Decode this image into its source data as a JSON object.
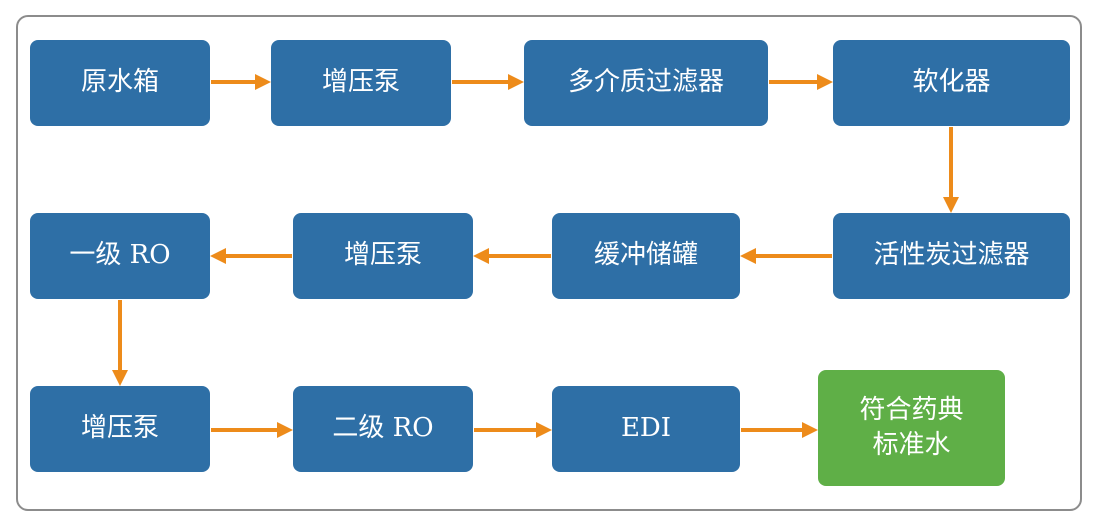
{
  "colors": {
    "node_fill": "#2e6fa6",
    "final_fill": "#5faf47",
    "arrow": "#ed8b1a",
    "frame": "#8c8c8c"
  },
  "nodes": {
    "raw_water_tank": "原水箱",
    "booster_pump_1": "增压泵",
    "multimedia_filter": "多介质过滤器",
    "softener": "软化器",
    "activated_carbon_filter": "活性炭过滤器",
    "buffer_tank": "缓冲储罐",
    "booster_pump_2": "增压泵",
    "primary_ro": "一级 RO",
    "booster_pump_3": "增压泵",
    "secondary_ro": "二级 RO",
    "edi": "EDI",
    "final_line1": "符合药典",
    "final_line2": "标准水"
  }
}
